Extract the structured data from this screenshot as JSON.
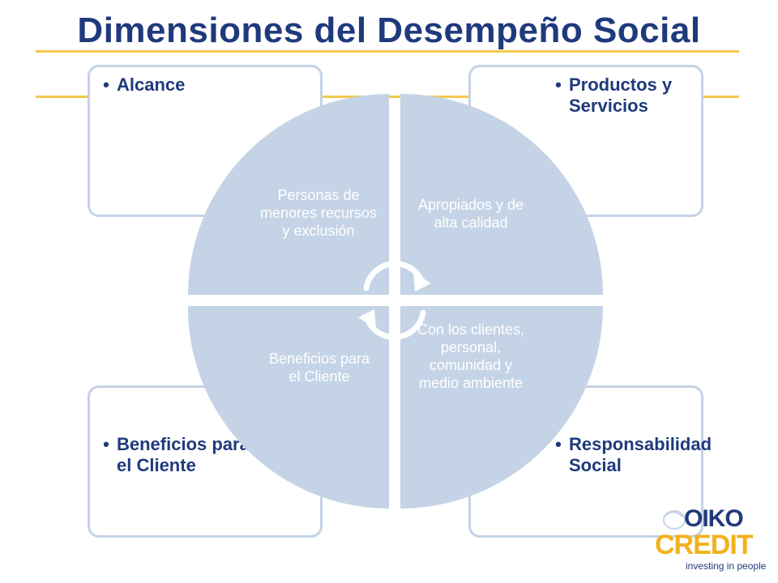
{
  "title": "Dimensiones del Desempeño Social",
  "colors": {
    "title": "#1f3a7c",
    "rule": "#f2c94c",
    "box_border": "#c5d3e6",
    "pie_fill": "#c5d3e6",
    "pie_text": "#ffffff",
    "logo_blue": "#1f3a7c",
    "logo_yellow": "#f2b21b"
  },
  "boxes": {
    "top_left": {
      "bullet": "•",
      "label": "Alcance"
    },
    "top_right": {
      "bullet": "•",
      "label": "Productos y Servicios"
    },
    "bottom_left": {
      "bullet": "•",
      "label": "Beneficios para el Cliente"
    },
    "bottom_right": {
      "bullet": "•",
      "label": "Responsabilidad Social"
    }
  },
  "pie": {
    "top_left": "Personas de menores recursos y exclusión",
    "top_right": "Apropiados y de alta calidad",
    "bottom_left": "Beneficios para el Cliente",
    "bottom_right": "Con los clientes, personal, comunidad y medio ambiente",
    "center_icon": "cycle-arrows-icon"
  },
  "logo": {
    "line1": "OIKO",
    "line2": "CREDIT",
    "tagline": "investing in people",
    "mark_icon": "oikocredit-mark-icon"
  }
}
